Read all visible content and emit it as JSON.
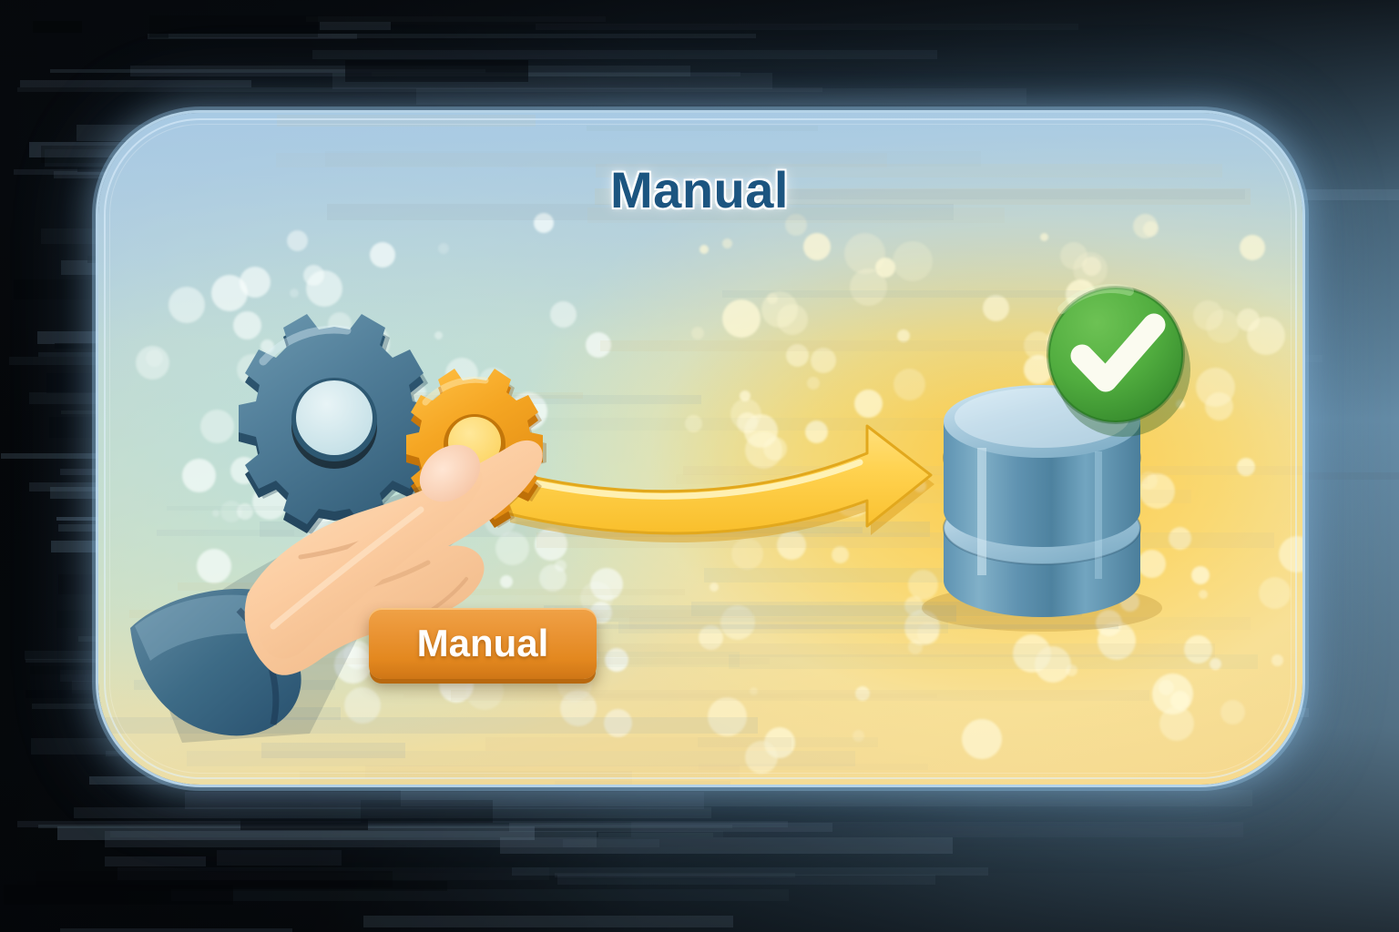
{
  "scene": {
    "kind": "illustration",
    "heading": "Manual",
    "card": {
      "shape": "rounded-rectangle",
      "border_color": "#c4e2f6",
      "glow_color": "#96c6e8"
    }
  },
  "title": {
    "text": "Manual",
    "color": "#1c5580",
    "outline_color": "#ffffff"
  },
  "button": {
    "label": "Manual",
    "fill_color": "#e8922e",
    "text_color": "#ffffff",
    "shadow_color": "#b8680f"
  },
  "icons": {
    "gear_large": {
      "name": "gear-icon",
      "color": "#4f7f99",
      "teeth": 8
    },
    "gear_small": {
      "name": "gear-icon",
      "color": "#f0a31e",
      "teeth": 8
    },
    "hand": {
      "name": "pointing-hand-icon",
      "skin_color": "#f7cda3",
      "sleeve_color": "#3e6a86"
    },
    "arrow": {
      "name": "curved-arrow-icon",
      "color": "#fbce46",
      "direction": "right"
    },
    "database": {
      "name": "database-stack-icon",
      "color": "#6fa0bc",
      "discs": 3
    },
    "check_badge": {
      "name": "check-circle-icon",
      "color": "#4ea83e",
      "mark_color": "#fbfbf0"
    }
  },
  "palette": {
    "background_dark": "#05070a",
    "background_slate": "#5c829c",
    "card_cool": "#bae0de",
    "card_warm": "#ffc83c",
    "accent_orange": "#e8922e",
    "accent_green": "#4ea83e",
    "accent_blue": "#1c5580"
  }
}
